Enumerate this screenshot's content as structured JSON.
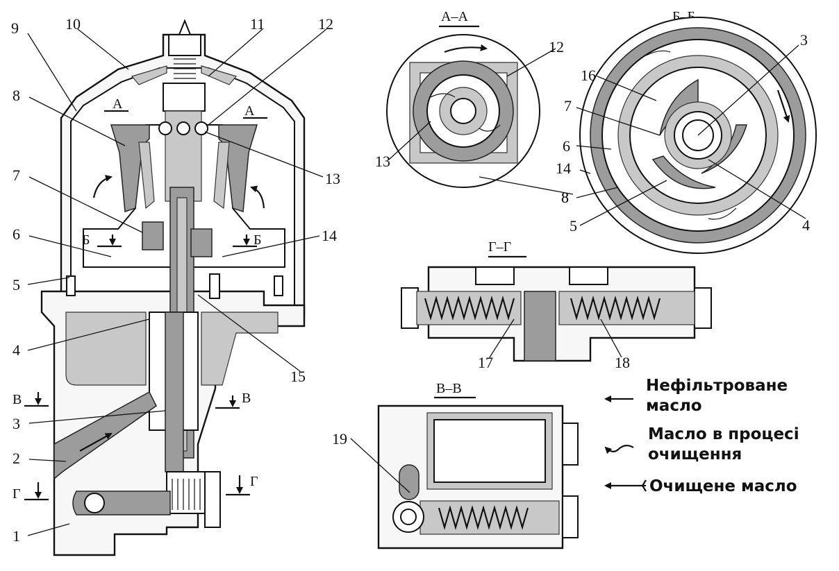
{
  "part_numbers": [
    "1",
    "2",
    "3",
    "4",
    "5",
    "6",
    "7",
    "8",
    "9",
    "10",
    "11",
    "12",
    "13",
    "14",
    "15",
    "16",
    "17",
    "18",
    "19"
  ],
  "sections": {
    "aa": "А–А",
    "bb": "Б–Б",
    "gg": "Г–Г",
    "vv": "В–В"
  },
  "section_marks": {
    "a": "А",
    "b": "Б",
    "v": "В",
    "g": "Г"
  },
  "legend": {
    "unfiltered": "Нефільтроване\nмасло",
    "unfiltered_l1": "Нефільтроване",
    "unfiltered_l2": "масло",
    "in_process_l1": "Масло в процесі",
    "in_process_l2": "очищення",
    "cleaned": "Очищене масло"
  },
  "colors": {
    "oil_dark": "#9c9c9c",
    "oil_light": "#c8c8c8",
    "line": "#111111",
    "background": "#ffffff"
  }
}
